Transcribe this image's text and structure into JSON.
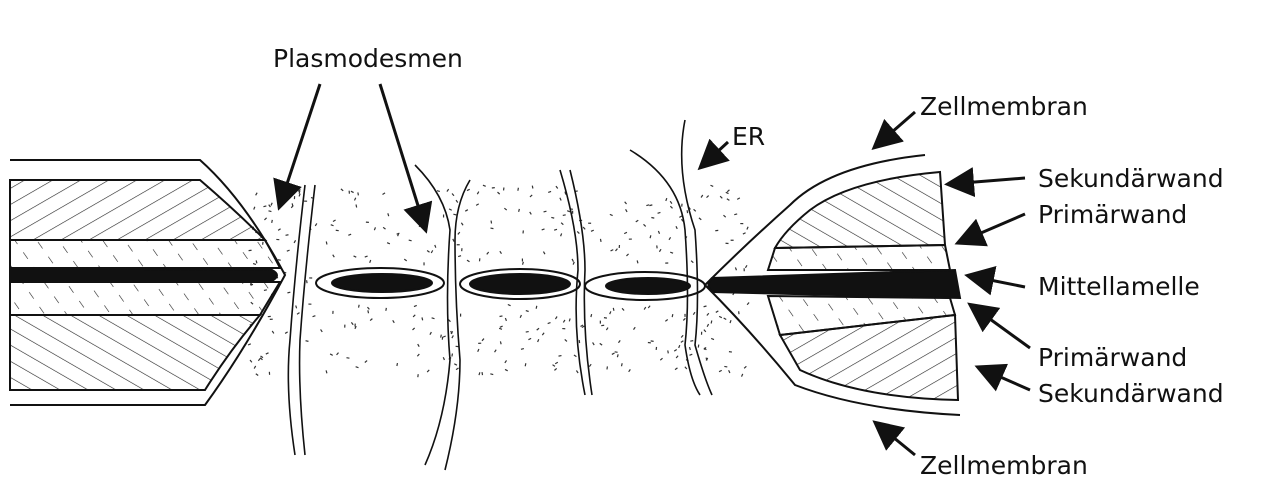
{
  "title": "Plasmodesmen zwischen zwei Pflanzenzellen",
  "labels": {
    "plasmodesmen": "Plasmodesmen",
    "er": "ER",
    "zellmembran_top": "Zellmembran",
    "sekundaerwand_top": "Sekundärwand",
    "primaerwand_top": "Primärwand",
    "mittellamelle": "Mittellamelle",
    "primaerwand_bottom": "Primärwand",
    "sekundaerwand_bottom": "Sekundärwand",
    "zellmembran_bottom": "Zellmembran"
  },
  "colors": {
    "ink": "#111111",
    "paper": "#ffffff"
  }
}
